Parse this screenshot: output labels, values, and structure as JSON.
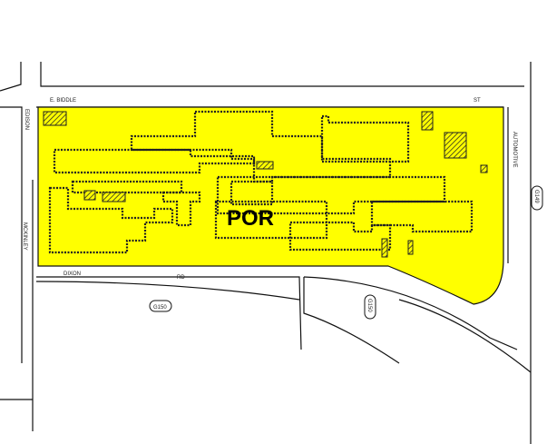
{
  "map": {
    "parcel_label": "POR",
    "parcel_color": "#ffff00",
    "streets": {
      "top": "E. BIDDLE",
      "top_suffix": "ST",
      "left_upper": "EDISON",
      "left_lower": "MCKINLEY",
      "bottom": "DIXON",
      "bottom_suffix": "RD",
      "right": "AUTOMOTIVE"
    },
    "parcel_ids": [
      "G150",
      "G150",
      "G149"
    ]
  }
}
